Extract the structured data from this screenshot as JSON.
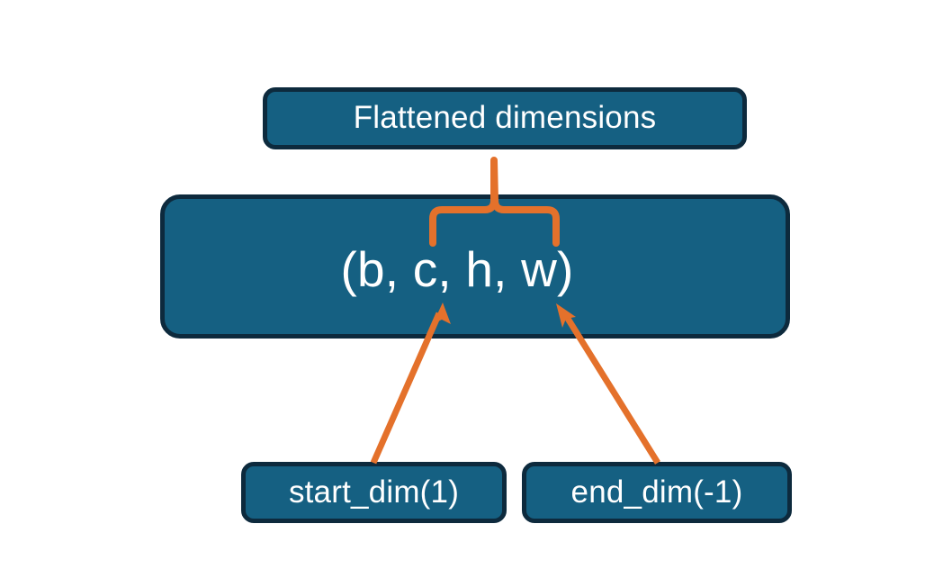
{
  "diagram": {
    "title_node": "Flattened dimensions",
    "shape_node": "(b, c, h, w)",
    "start_dim_node": "start_dim(1)",
    "end_dim_node": "end_dim(-1)",
    "colors": {
      "node_fill": "#156082",
      "node_border": "#0d2a3d",
      "node_text": "#ffffff",
      "connector": "#E4712B",
      "background": "#ffffff"
    },
    "connectors": {
      "brace_label": "flattened-range-brace",
      "start_arrow_label": "start-dim-arrow",
      "end_arrow_label": "end-dim-arrow"
    }
  }
}
